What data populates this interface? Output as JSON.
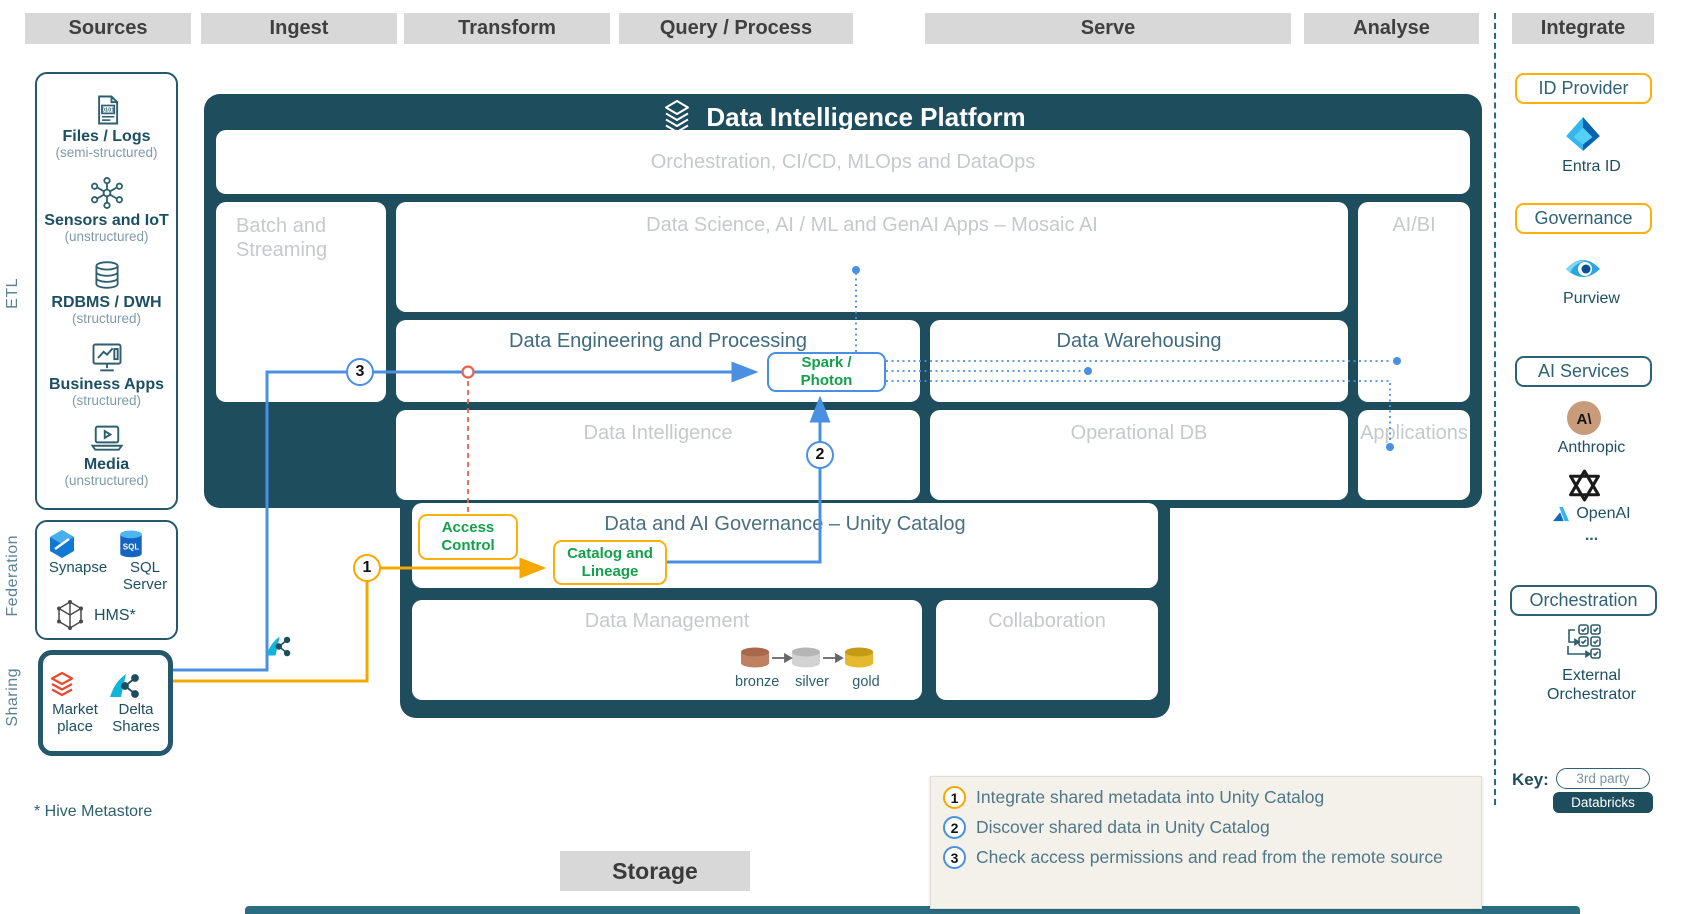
{
  "stages": [
    {
      "label": "Sources"
    },
    {
      "label": "Ingest"
    },
    {
      "label": "Transform"
    },
    {
      "label": "Query / Process"
    },
    {
      "label": "Serve"
    },
    {
      "label": "Analyse"
    },
    {
      "label": "Integrate"
    }
  ],
  "side_labels": {
    "etl": "ETL",
    "federation": "Federation",
    "sharing": "Sharing"
  },
  "sources_panel": {
    "items": [
      {
        "label": "Files / Logs",
        "sub": "(semi-structured)",
        "icon_text": "0101"
      },
      {
        "label": "Sensors and IoT",
        "sub": "(unstructured)"
      },
      {
        "label": "RDBMS / DWH",
        "sub": "(structured)"
      },
      {
        "label": "Business Apps",
        "sub": "(structured)"
      },
      {
        "label": "Media",
        "sub": "(unstructured)"
      }
    ]
  },
  "federation_panel": {
    "items": [
      {
        "label": "Synapse"
      },
      {
        "label": "SQL Server",
        "icon_text": "SQL"
      },
      {
        "label": "HMS*"
      }
    ]
  },
  "sharing_panel": {
    "items": [
      {
        "label": "Market place"
      },
      {
        "label": "Delta Shares"
      }
    ]
  },
  "footnote": "* Hive Metastore",
  "platform": {
    "title": "Data Intelligence Platform",
    "orchestration": "Orchestration, CI/CD, MLOps and DataOps",
    "batch_streaming": "Batch and Streaming",
    "data_science": "Data Science, AI / ML and GenAI Apps – Mosaic AI",
    "ai_bi": "AI/BI",
    "data_engineering": "Data Engineering and Processing",
    "data_warehousing": "Data Warehousing",
    "spark_line1": "Spark /",
    "spark_line2": "Photon",
    "data_intelligence": "Data Intelligence",
    "operational_db": "Operational DB",
    "applications": "Applications",
    "governance_title": "Data and AI Governance – Unity Catalog",
    "access_line1": "Access",
    "access_line2": "Control",
    "catalog_line1": "Catalog and",
    "catalog_line2": "Lineage",
    "data_management": "Data Management",
    "collaboration": "Collaboration",
    "medallion": {
      "bronze": "bronze",
      "silver": "silver",
      "gold": "gold"
    }
  },
  "storage_label": "Storage",
  "integrate_panel": {
    "id_provider": "ID Provider",
    "entra_id": "Entra ID",
    "governance": "Governance",
    "purview": "Purview",
    "ai_services": "AI Services",
    "anthropic": "Anthropic",
    "anthropic_glyph": "A\\",
    "openai": "OpenAI",
    "more": "...",
    "orchestration": "Orchestration",
    "external_line1": "External",
    "external_line2": "Orchestrator"
  },
  "key": {
    "label": "Key:",
    "third_party": "3rd party",
    "databricks": "Databricks"
  },
  "legend": [
    {
      "num": "1",
      "text": "Integrate shared metadata into Unity Catalog"
    },
    {
      "num": "2",
      "text": "Discover shared data in Unity Catalog"
    },
    {
      "num": "3",
      "text": "Check access permissions and read from the remote source"
    }
  ],
  "markers": {
    "one": "1",
    "two": "2",
    "three": "3"
  },
  "colors": {
    "platform": "#1e4d5e",
    "accent_blue": "#4a90e2",
    "accent_yellow": "#f7a800",
    "accent_red": "#e8604f",
    "green": "#13a04b",
    "stage_gray": "#d8d8d8"
  }
}
